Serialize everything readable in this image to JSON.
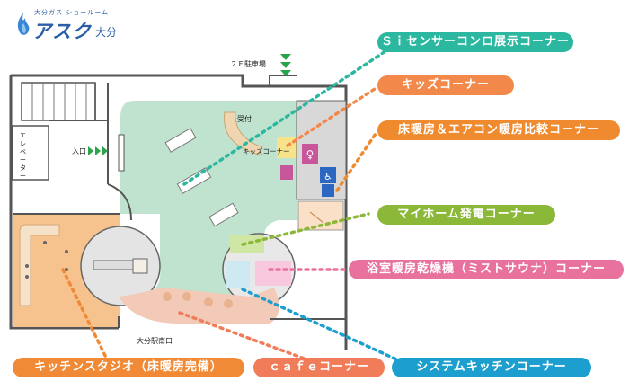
{
  "logo": {
    "small_text": "大分ガス ショールーム",
    "main_text": "アスク",
    "sub_text": "大分"
  },
  "map_labels": {
    "parking": "２Ｆ駐車場",
    "elevator": "エレベーター",
    "entrance": "入口",
    "reception": "受付",
    "kids_sign": "キッズコーナー",
    "station_exit": "大分駅南口"
  },
  "corners": [
    {
      "id": "si-sensor",
      "label": "Ｓｉセンサーコンロ展示コーナー",
      "color": "#2bb7a0"
    },
    {
      "id": "kids",
      "label": "キッズコーナー",
      "color": "#f2894a"
    },
    {
      "id": "floor-heating-aircon",
      "label": "床暖房＆エアコン暖房比較コーナー",
      "color": "#ef8a2e"
    },
    {
      "id": "my-home-power",
      "label": "マイホーム発電コーナー",
      "color": "#8cb83a"
    },
    {
      "id": "bathroom-dryer",
      "label": "浴室暖房乾燥機（ミストサウナ）コーナー",
      "color": "#e8719d"
    },
    {
      "id": "kitchen-studio",
      "label": "キッチンスタジオ（床暖房完備）",
      "color": "#f08a36"
    },
    {
      "id": "cafe",
      "label": "ｃａｆｅコーナー",
      "color": "#f07c59"
    },
    {
      "id": "system-kitchen",
      "label": "システムキッチンコーナー",
      "color": "#1c9fce"
    }
  ]
}
